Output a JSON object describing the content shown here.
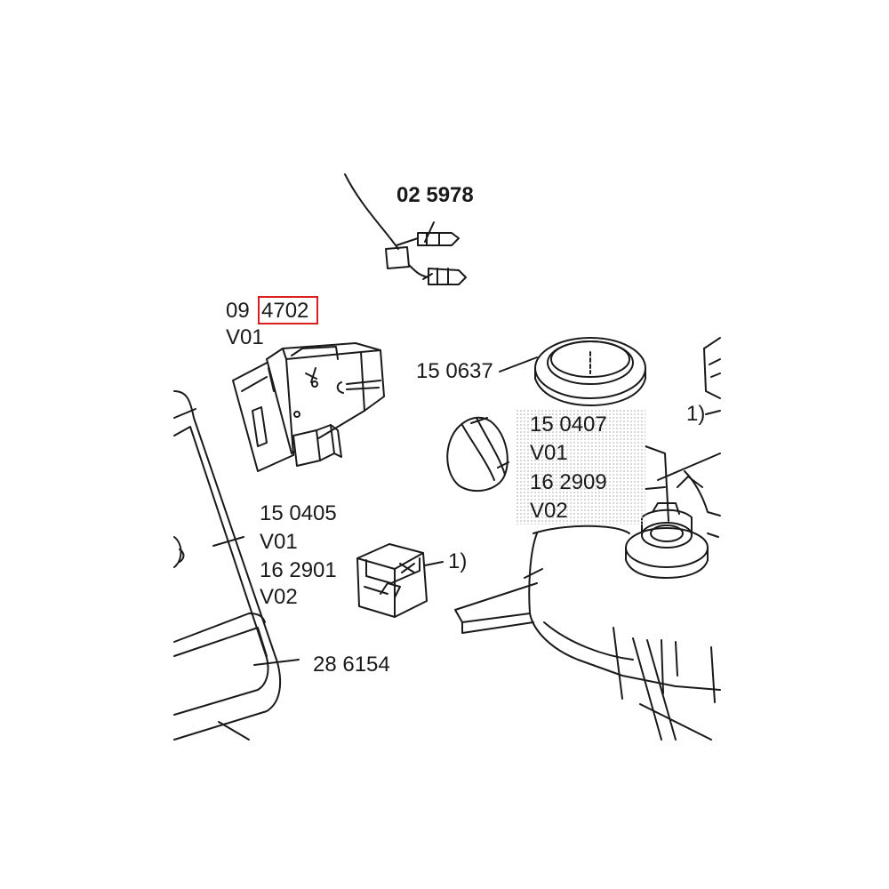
{
  "callouts": {
    "wire_harness": "02 5978",
    "timer_part": "09",
    "timer_part_highlighted": "4702",
    "timer_version": "V01",
    "ring_seal": "15 0637",
    "knob_part_a": "15 0407",
    "knob_ver_a": "V01",
    "knob_part_b": "16 2909",
    "knob_ver_b": "V02",
    "panel_part_a": "15 0405",
    "panel_ver_a": "V01",
    "panel_part_b": "16 2901",
    "panel_ver_b": "V02",
    "lid_part": "28 6154",
    "note_switch": "1)",
    "note_right": "1)"
  },
  "highlight_color": "#d81e1e",
  "line_color": "#1a1a1a"
}
